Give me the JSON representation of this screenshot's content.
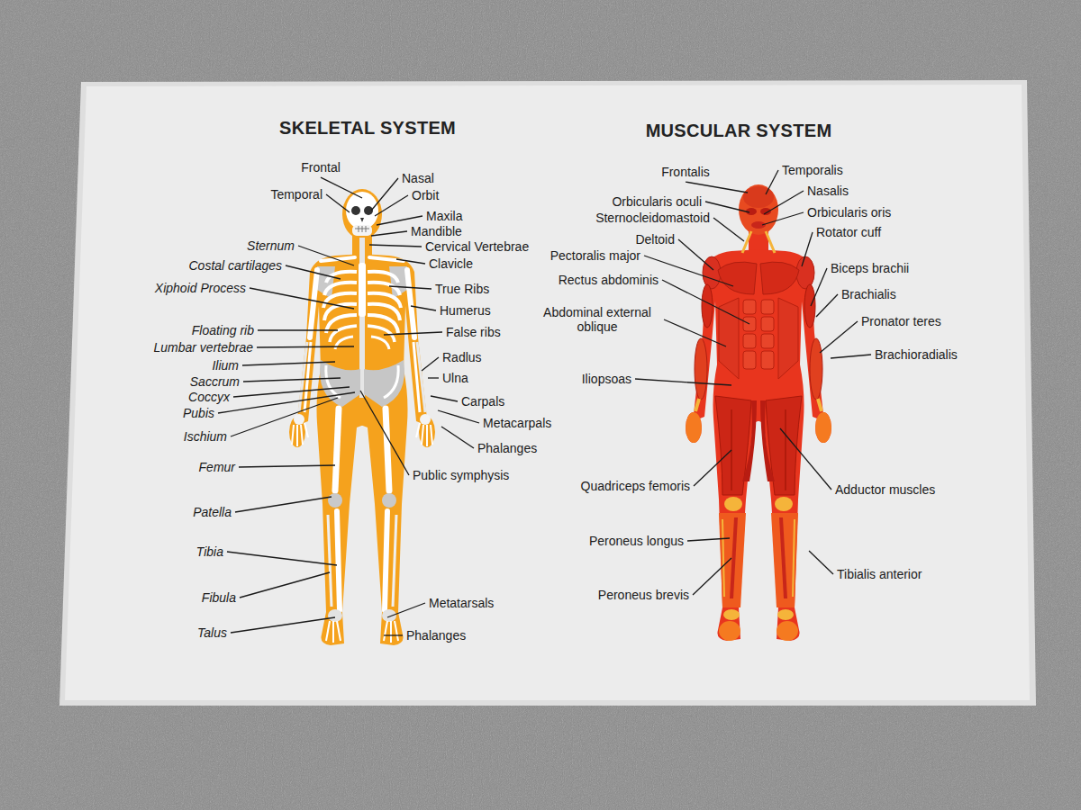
{
  "diagram": {
    "labels": [
      "SKELETAL SYSTEM",
      "MUSCULAR SYSTEM",
      "Frontal",
      "Nasal",
      "Temporal",
      "Orbit",
      "Maxila",
      "Mandible",
      "Sternum",
      "Cervical Vertebrae",
      "Costal cartilages",
      "Clavicle",
      "Xiphoid Process",
      "True Ribs",
      "Humerus",
      "Floating rib",
      "False ribs",
      "Lumbar vertebrae",
      "Radlus",
      "Ilium",
      "Ulna",
      "Saccrum",
      "Coccyx",
      "Carpals",
      "Pubis",
      "Metacarpals",
      "Ischium",
      "Phalanges",
      "Femur",
      "Public symphysis",
      "Patella",
      "Tibia",
      "Fibula",
      "Metatarsals",
      "Talus",
      "Phalanges",
      "Frontalis",
      "Temporalis",
      "Nasalis",
      "Orbicularis oculi",
      "Orbicularis oris",
      "Sternocleidomastoid",
      "Rotator cuff",
      "Deltoid",
      "Pectoralis major",
      "Biceps brachii",
      "Rectus abdominis",
      "Brachialis",
      "Abdominal external oblique",
      "Pronator teres",
      "Brachioradialis",
      "Iliopsoas",
      "Quadriceps femoris",
      "Adductor muscles",
      "Peroneus longus",
      "Tibialis anterior",
      "Peroneus brevis"
    ]
  }
}
